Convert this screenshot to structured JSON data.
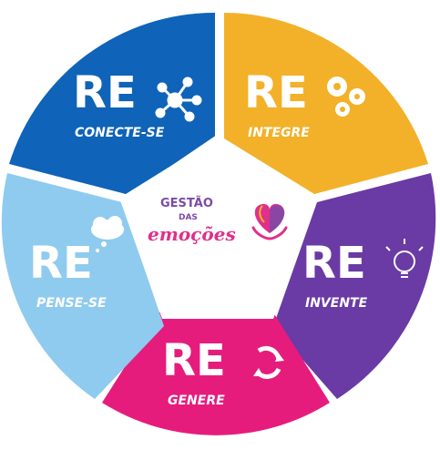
{
  "center": {
    "line1": "GESTÃO",
    "line2": "DAS",
    "line3": "emoções",
    "logo_icon": "heart-brain-hands-logo"
  },
  "segments": [
    {
      "id": "conecte",
      "re": "RE",
      "label": "CONECTE-SE",
      "color": "#0f63b8",
      "icon": "network-icon"
    },
    {
      "id": "integre",
      "re": "RE",
      "label": "INTEGRE",
      "color": "#f2b128",
      "icon": "gears-icon"
    },
    {
      "id": "invente",
      "re": "RE",
      "label": "INVENTE",
      "color": "#6a3aa5",
      "icon": "lightbulb-icon"
    },
    {
      "id": "genere",
      "re": "RE",
      "label": "GENERE",
      "color": "#e61c7d",
      "icon": "recycle-arrows-icon"
    },
    {
      "id": "pense",
      "re": "RE",
      "label": "PENSE-SE",
      "color": "#8fcbee",
      "icon": "thought-cloud-icon"
    }
  ],
  "colors": {
    "center_bg": "#ffffff",
    "brand_purple": "#7b4aa8",
    "brand_pink": "#e0308a"
  }
}
